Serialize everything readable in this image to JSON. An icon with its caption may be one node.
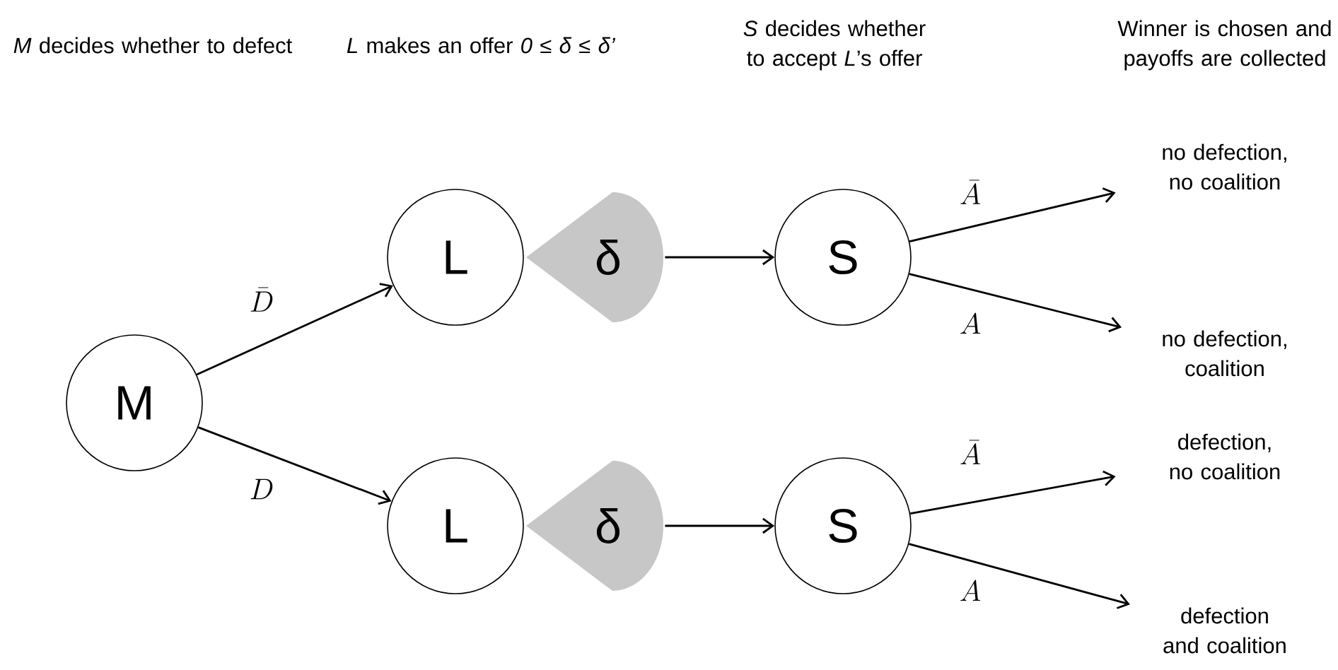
{
  "diagram": {
    "nodes": [
      {
        "text": [
          "M"
        ]
      },
      {
        "text": [
          "L"
        ]
      },
      {
        "text": [
          "δ"
        ]
      },
      {
        "text": [
          "S"
        ]
      },
      {
        "text": [
          "L"
        ]
      },
      {
        "text": [
          "δ"
        ]
      },
      {
        "text": [
          "S"
        ]
      },
      {
        "text": [
          "no defection, no coalition"
        ]
      },
      {
        "text": [
          "no defection, coalition"
        ]
      },
      {
        "text": [
          "defection, no coalition"
        ]
      },
      {
        "text": [
          "defection and coalition"
        ]
      }
    ],
    "edges": [
      {
        "from": 0,
        "to": 1,
        "arrow": "to",
        "label": "\\bar{D}"
      },
      {
        "from": 0,
        "to": 4,
        "arrow": "to",
        "label": "D"
      },
      {
        "from": 2,
        "to": 3,
        "arrow": "to"
      },
      {
        "from": 5,
        "to": 6,
        "arrow": "to"
      },
      {
        "from": 3,
        "to": 7,
        "arrow": "to",
        "label": "\\bar{A}"
      },
      {
        "from": 3,
        "to": 8,
        "arrow": "to",
        "label": "A"
      },
      {
        "from": 6,
        "to": 9,
        "arrow": "to",
        "label": "\\bar{A}"
      },
      {
        "from": 6,
        "to": 10,
        "arrow": "to",
        "label": "A"
      }
    ],
    "labels": [
      "*M* decides whether to defect",
      "*L* makes an offer *0 ≤ δ ≤ δ’*",
      "*S* decides whether to accept *L*’s offer",
      "Winner is chosen and payoffs are collected"
    ]
  }
}
